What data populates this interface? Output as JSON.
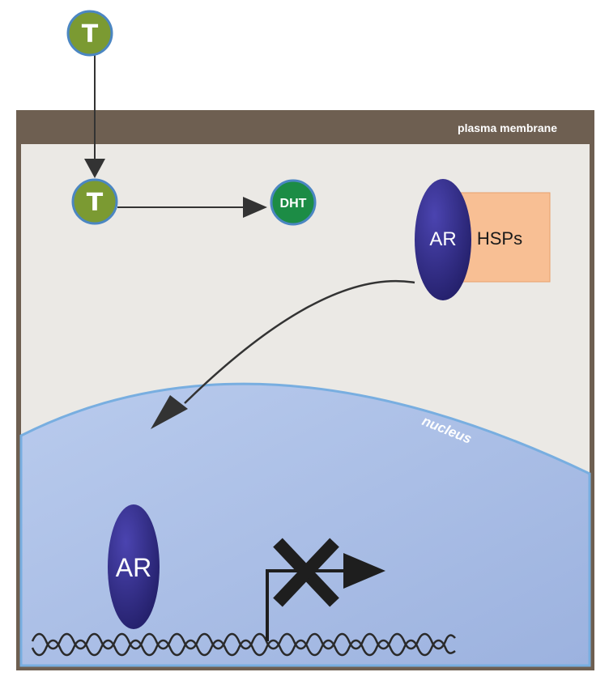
{
  "labels": {
    "membrane": "plasma membrane",
    "nucleus": "nucleus",
    "testosterone_outside": "T",
    "testosterone_inside": "T",
    "dht": "DHT",
    "ar_complex": "AR",
    "hsps": "HSPs",
    "ar_nucleus": "AR"
  },
  "colors": {
    "membrane": "#6e5f51",
    "cytoplasm": "#ebe9e5",
    "nucleus_fill": "#a9bfe6",
    "nucleus_edge": "#78aee0",
    "testosterone": "#7b9a32",
    "dht": "#1c8c45",
    "molecule_ring": "#4b86c2",
    "ar": "#2e2a84",
    "hsps": "#f8bf94",
    "arrow": "#333333",
    "block": "#1e1e1e"
  }
}
